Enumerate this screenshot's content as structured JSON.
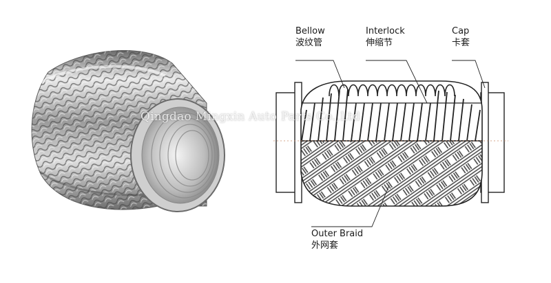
{
  "labels": {
    "bellow": {
      "en": "Bellow",
      "zh": "波纹管"
    },
    "interlock": {
      "en": "Interlock",
      "zh": "伸缩节"
    },
    "cap": {
      "en": "Cap",
      "zh": "卡套"
    },
    "outer_braid": {
      "en": "Outer Braid",
      "zh": "外网套"
    }
  },
  "watermark": "Qingdao Mingxin Auto Parts Co.,Ltd",
  "colors": {
    "steel_light": "#e8e8e8",
    "steel_mid": "#a9a9a9",
    "steel_dark": "#5a5a5a",
    "line": "#222222"
  }
}
